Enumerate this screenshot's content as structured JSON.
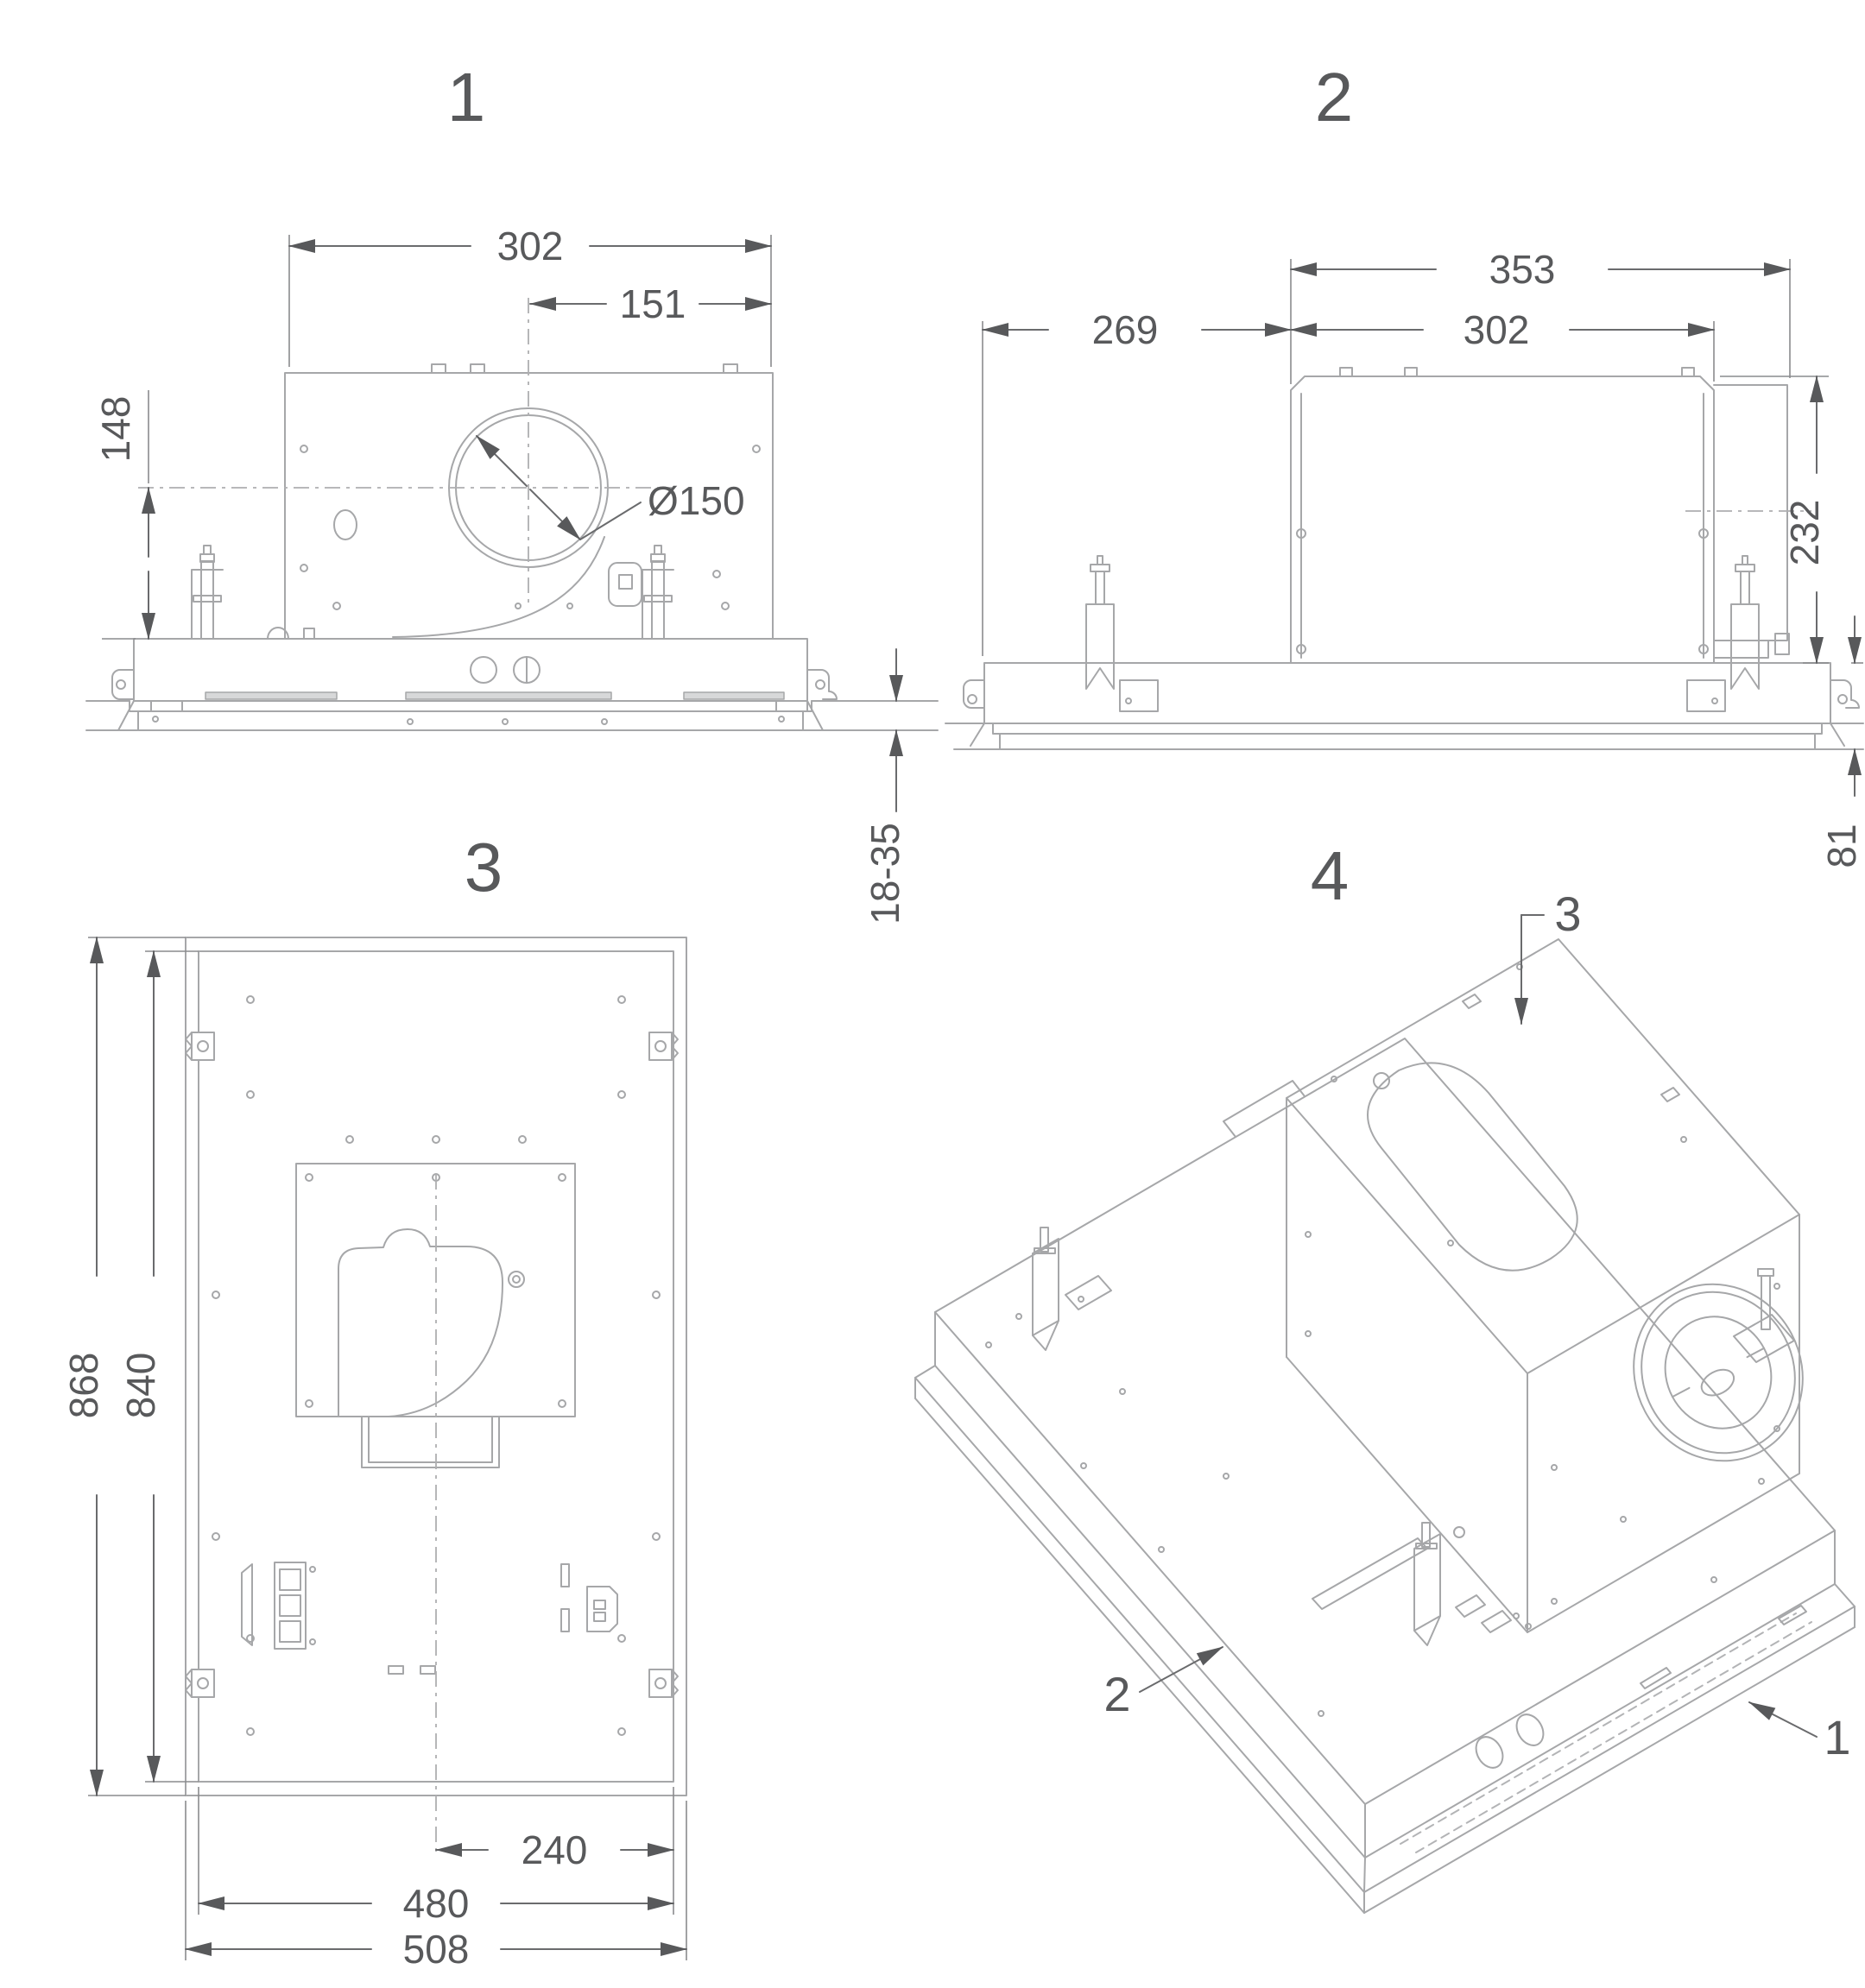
{
  "page": {
    "background": "#ffffff",
    "line_color": "#a6a7a9",
    "dimension_color": "#58595b",
    "drawing_type": "installation-dimension-drawing"
  },
  "views": {
    "view1": {
      "title": "1",
      "type": "front-elevation",
      "dims": {
        "duct_box_width": "302",
        "duct_center_offset": "151",
        "duct_center_height": "148",
        "duct_diameter": "Ø150",
        "ceiling_thickness_range": "18-35"
      }
    },
    "view2": {
      "title": "2",
      "type": "side-elevation",
      "dims": {
        "motor_overall_width": "353",
        "side_offset": "269",
        "motor_box_width": "302",
        "motor_box_height": "232",
        "frame_height": "81"
      }
    },
    "view3": {
      "title": "3",
      "type": "plan-view",
      "dims": {
        "outer_length": "868",
        "inner_length": "840",
        "duct_center_to_edge": "240",
        "inner_width": "480",
        "outer_width": "508"
      }
    },
    "view4": {
      "title": "4",
      "type": "isometric-view",
      "callouts": {
        "motor_box": "3",
        "frame": "2",
        "glass_panel": "1"
      }
    }
  }
}
